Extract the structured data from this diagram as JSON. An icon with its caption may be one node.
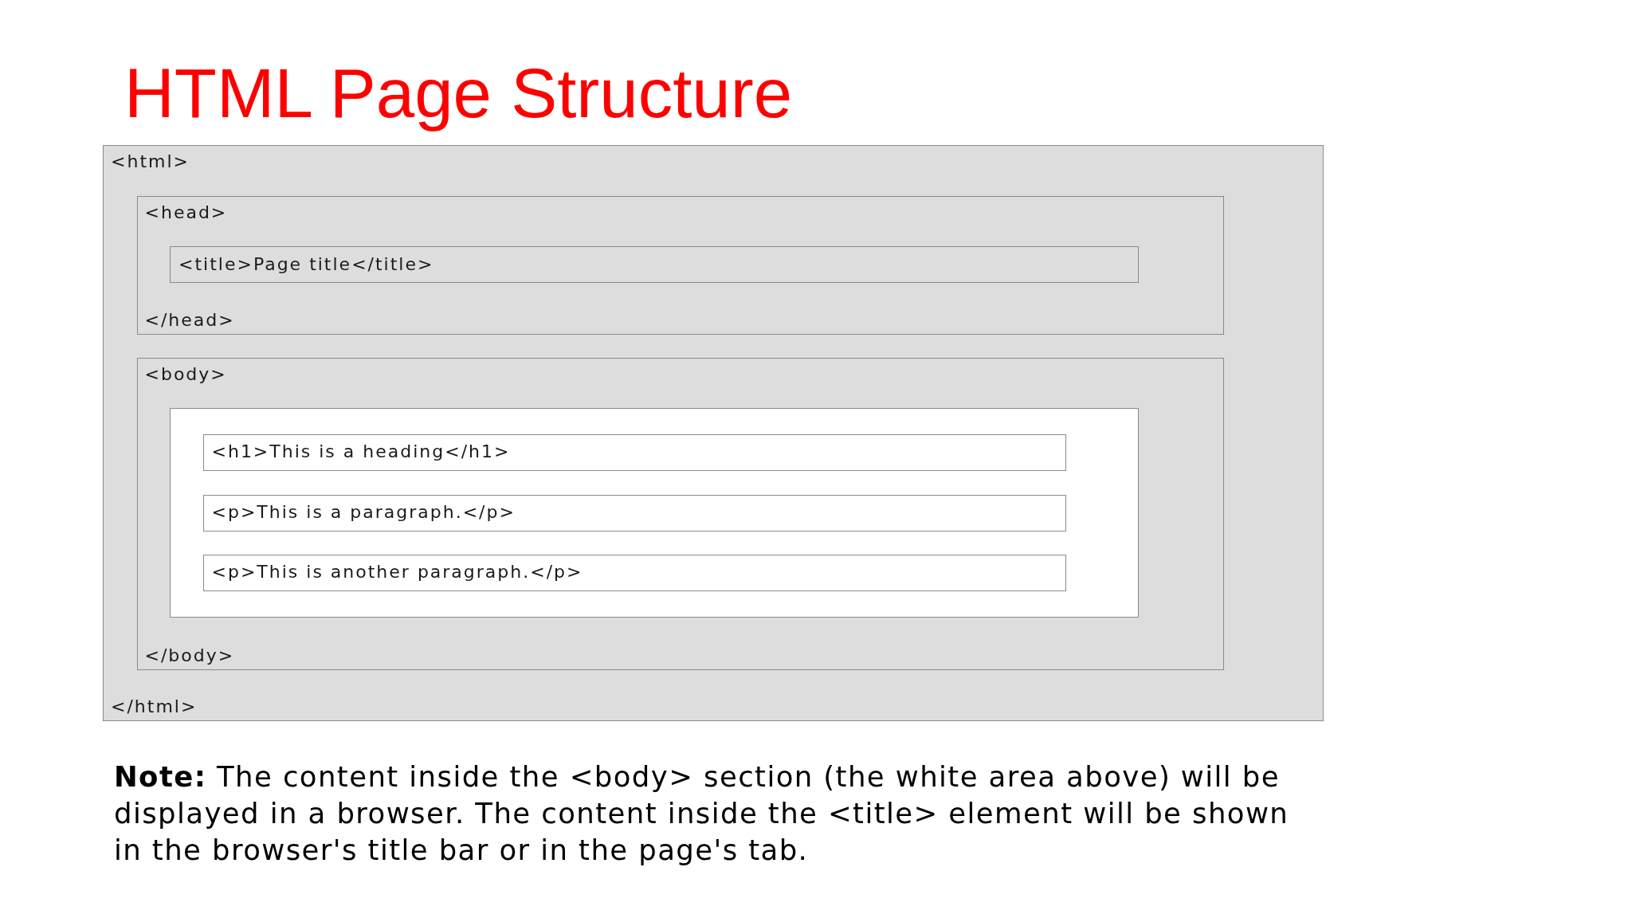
{
  "diagram": {
    "title": "HTML Page Structure",
    "nodes": [
      {
        "text": [
          "<html>",
          "</html>"
        ]
      },
      {
        "text": [
          "<head>",
          "</head>"
        ],
        "in": 0
      },
      {
        "text": [
          "<title>Page title</title>"
        ],
        "in": 1
      },
      {
        "text": [
          "<body>",
          "</body>"
        ],
        "in": 0
      },
      {
        "text": [],
        "shape": "box",
        "in": 3
      },
      {
        "text": [
          "<h1>This is a heading</h1>"
        ],
        "in": 4
      },
      {
        "text": [
          "<p>This is a paragraph.</p>"
        ],
        "in": 4
      },
      {
        "text": [
          "<p>This is another paragraph.</p>"
        ],
        "in": 4
      }
    ],
    "edges": [],
    "labels": [
      "**Note:** The content inside the <body> section (the white area above) will be displayed in a browser. The content inside the <title> element will be shown in the browser's title bar or in the page's tab."
    ]
  }
}
